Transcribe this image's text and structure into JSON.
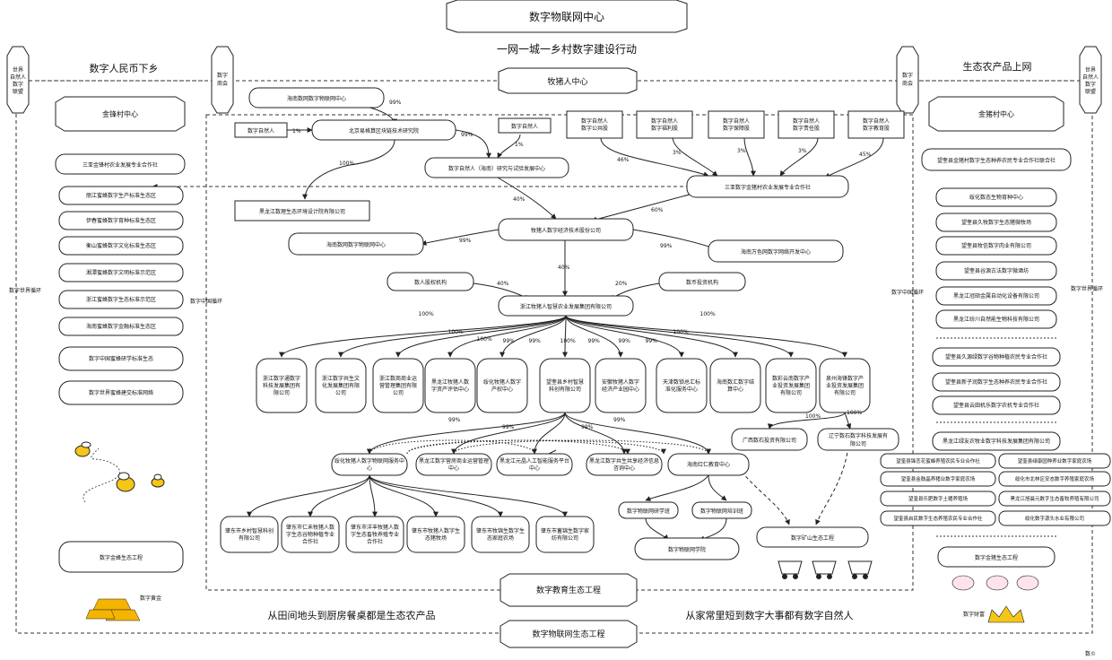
{
  "header": {
    "top_title": "数字物联网中心",
    "subtitle": "一网一城一乡村数字建设行动",
    "muzhu_center": "牧猪人中心",
    "bottom_mid": "数字教育生态工程",
    "bottom_title": "数字物联网生态工程"
  },
  "slogans": {
    "left_top": "数字人民币下乡",
    "right_top": "生态农产品上网",
    "left_bottom": "从田间地头到厨房餐桌都是生态农产品",
    "right_bottom": "从家常里短到数字大事都有数字自然人"
  },
  "alliances": {
    "left_alliance": "世界自然人数字联盟",
    "left_chamber": "数字商会",
    "right_chamber": "数字商会",
    "right_alliance": "世界自然人数字联盟"
  },
  "loops": {
    "world_left": "数字世界循环",
    "china_left": "数字中国循环",
    "china_right": "数字中国循环",
    "world_right": "数字世界循环"
  },
  "left_panel": {
    "center": "金锋村中心",
    "coop": "三亚金锋村农业发展专业合作社",
    "items": [
      "丽江蜜蜂数字生产标准生态区",
      "伊春蜜蜂数字育种标准生态区",
      "衡山蜜蜂数字文化标准生态区",
      "湘潭蜜蜂数字文明标准示范区",
      "浙江蜜蜂数字生态标准示范区",
      "海南蜜蜂数字金融标准生态区",
      "数字中国蜜蜂研学标准生态",
      "数字世界蜜蜂建交标准网络"
    ],
    "engineering": "数字金蜂生态工程",
    "gold_label": "数字黄金"
  },
  "right_panel": {
    "center": "金猪村中心",
    "top_item": "望奎县金猪村数字生态种养农民专业合作社联合社",
    "group1": [
      "绥化数态生物育种中心",
      "望奎县久牧数字生态猪微牧场",
      "望奎县牧信数字肉业有限公司",
      "望奎县谷源古法数字微酒坊",
      "黑龙江冠硕金属自动化设备有限公司",
      "黑龙江纷川自然能生物科技有限公司"
    ],
    "group2": [
      "望奎县久源绿数字谷物种植农民专业合作社",
      "望奎县新子润数字生态种养农民专业合作社",
      "望奎县云田机乐数字农机专业合作社"
    ],
    "group3_top": "黑龙江绿友农牧业数字科技发展集团有限公司",
    "group3_left": [
      "望奎县锋恋花蜜蜂养殖农民专业合作社",
      "望奎县金鼓晶养猪业数字家庭农场",
      "望奎县乐肥数字土猪养殖场",
      "望奎县启民数字生态养殖农民专业合作社"
    ],
    "group3_right": [
      "望奎县绿康园种养业数字家庭农场",
      "绥化市北林区安态数字养殖家庭农场",
      "黑龙江旭晨元数字生态畜牧养殖有限公司",
      "绥化数字源头水业有限公司"
    ],
    "engineering": "数字金猪生态工程",
    "treasure_label": "数字财富"
  },
  "center_nodes": {
    "haikou_center": "海南数网数字物联网中心",
    "beijing": "北京易格算区块链技术研究院",
    "ziran_left": "数字自然人",
    "ziran_mid": "数字自然人",
    "hainan_research": "数字自然人（海南）研究与试验发展中心",
    "heilongjiang_design": "黑龙江数理生态环境设计院有限公司",
    "stocks": [
      "数字自然人\n数字公共股",
      "数字自然人\n数字福利股",
      "数字自然人\n数字保障股",
      "数字自然人\n数字责任股",
      "数字自然人\n数字教育股"
    ],
    "sanya_coop": "三亚数字金猪村农业发展专业合作社",
    "muzhu_tech": "牧猪人数字经济技术股份公司",
    "hainan_iot": "海南数网数字物联网中心",
    "hainan_wanse": "海南万色网数字网络开发中心",
    "shuren": "数人股权机构",
    "shubi": "数币投资机构",
    "zhejiang_group": "浙江牧猪人智慧农业发展集团有限公司",
    "level2": [
      "浙江数字通数字科技发展集团有限公司",
      "浙江数字共生文化发展集团有限公司",
      "浙江数商商业运营管理集团有限公司",
      "黑龙江牧猪人数字资产评估中心",
      "绥化牧猪人数字产权中心",
      "望奎县乡村智慧科创有限公司",
      "安徽牧猪人数字经济产业园中心",
      "天津数锁总汇标准化服务中心",
      "海南数汇数字结算中心",
      "数彩云南数字产业投资发展集团有限公司",
      "泉州海锋数字产业投资发展集团有限公司"
    ],
    "level3": [
      "绥化牧猪人数字物联网服务中心",
      "黑龙江数字营房商业运营管理中心",
      "黑龙江元晶人工智能服务平台中心",
      "黑龙江数字共生共享经济信息咨询中心",
      "海南红仁教育中心"
    ],
    "guangxi": "广西数石投资有限公司",
    "liaoning": "辽宁数石数字科技发展有限公司",
    "level4": [
      "肇东市乡村智慧科创有限公司",
      "肇东市仁禾牧猪人数字生态谷物种植专业合作社",
      "肇东市洋丰牧猪人数字生态畜牧养殖专业合作社",
      "肇东市牧猪人数字生态猪牧场",
      "肇东市牧锦生数字生态家庭农场",
      "肇东市蓄锦生数字家纺有限公司"
    ],
    "yanxueban": "数字物联网研学班",
    "peixunban": "数字物联网培训班",
    "xueyuan": "数字物联网学院",
    "kuangshan": "数字矿山生态工程"
  },
  "percents": {
    "p99a": "99%",
    "p1a": "1%",
    "p99b": "99%",
    "p1b": "1%",
    "p100a": "100%",
    "p46": "46%",
    "p3a": "3%",
    "p3b": "3%",
    "p3c": "3%",
    "p45": "45%",
    "p40a": "40%",
    "p60": "60%",
    "p99c": "99%",
    "p99d": "99%",
    "p40b": "40%",
    "p40c": "40%",
    "p20": "20%",
    "l2": [
      "100%",
      "100%",
      "100%",
      "99%",
      "99%",
      "100%",
      "99%",
      "99%",
      "99%",
      "100%",
      "100%"
    ],
    "l3": [
      "99%",
      "99%",
      "99%",
      "99%"
    ],
    "gx": "100%",
    "ln": "100%"
  },
  "corner_mark": "数©"
}
